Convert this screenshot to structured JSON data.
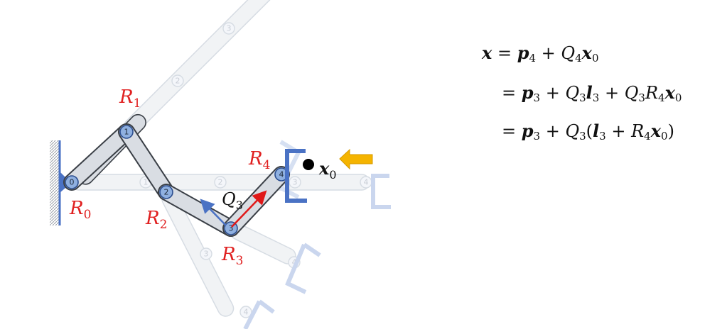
{
  "diagram": {
    "joint_labels": [
      "R",
      "R",
      "R",
      "R",
      "R"
    ],
    "joint_label_subs": [
      "0",
      "1",
      "2",
      "3",
      "4"
    ],
    "joint_numbers": [
      "0",
      "1",
      "2",
      "3",
      "4"
    ],
    "frame_label": "Q",
    "frame_label_sub": "3",
    "point_label": "x",
    "point_label_sub": "0",
    "colors": {
      "label_red": "#e02020",
      "joint_blue": "#8fb0e0",
      "gripper_blue": "#4a72c4",
      "arrow_orange": "#f5b400",
      "vector_red": "#e01818"
    }
  },
  "equations": [
    {
      "lead": "x",
      "sign": "=",
      "terms": "p",
      "terms_sub": "4",
      "rest_a": " + Q",
      "rest_a_sub": "4",
      "rest_b": "x",
      "rest_b_sub": "0"
    },
    {
      "sign": "=",
      "p": "p",
      "p_sub": "3",
      "q1": " + Q",
      "q1_sub": "3",
      "l": "l",
      "l_sub": "3",
      "q2": " + Q",
      "q2_sub": "3",
      "r": "R",
      "r_sub": "4",
      "x": "x",
      "x_sub": "0"
    },
    {
      "sign": "=",
      "p": "p",
      "p_sub": "3",
      "q1": " + Q",
      "q1_sub": "3",
      "open": "(",
      "l": "l",
      "l_sub": "3",
      "plus": " + R",
      "plus_sub": "4",
      "x": "x",
      "x_sub": "0",
      "close": ")"
    }
  ]
}
